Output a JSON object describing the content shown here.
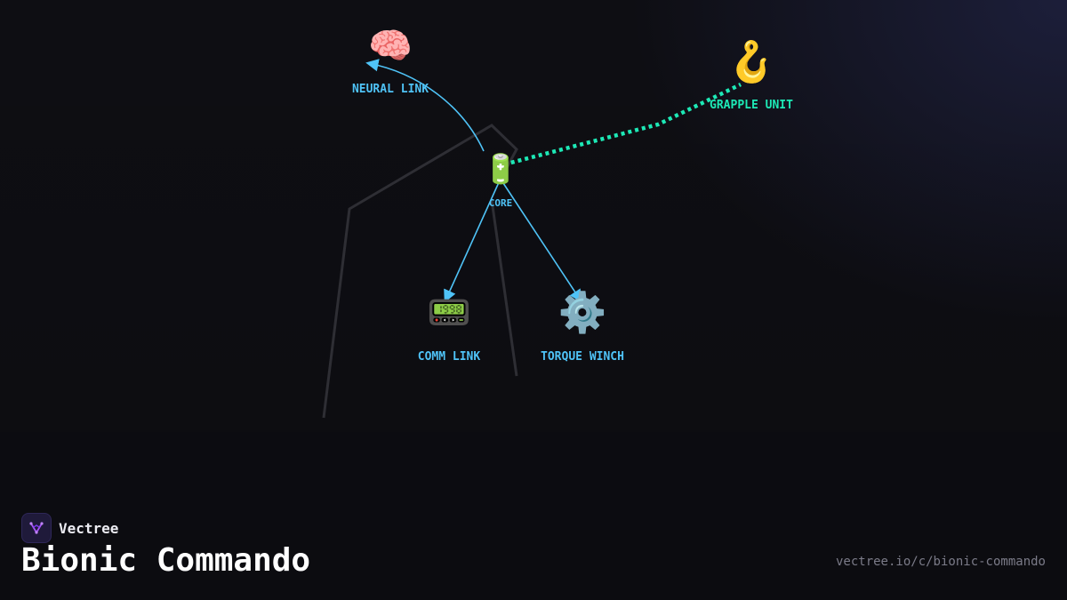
{
  "brand": {
    "name": "Vectree",
    "logo_icon": "vector-tree-icon",
    "logo_color": "#a855f7"
  },
  "title": "Bionic Commando",
  "url": "vectree.io/c/bionic-commando",
  "colors": {
    "background": "#0e0e13",
    "edge_solid": "#4fc3f7",
    "edge_dashed": "#1de9b6",
    "label_primary": "#4fc3f7",
    "label_accent": "#1de9b6",
    "decor_line": "#2e2e34"
  },
  "nodes": [
    {
      "id": "core",
      "label": "CORE",
      "icon": "battery-icon",
      "glyph": "🔋",
      "color": "#4fc3f7"
    },
    {
      "id": "neural",
      "label": "NEURAL LINK",
      "icon": "brain-icon",
      "glyph": "🧠",
      "color": "#4fc3f7"
    },
    {
      "id": "grapple",
      "label": "GRAPPLE UNIT",
      "icon": "hook-icon",
      "glyph": "🪝",
      "color": "#1de9b6"
    },
    {
      "id": "comm",
      "label": "COMM LINK",
      "icon": "pager-icon",
      "glyph": "📟",
      "color": "#4fc3f7"
    },
    {
      "id": "winch",
      "label": "TORQUE WINCH",
      "icon": "gear-icon",
      "glyph": "⚙️",
      "color": "#4fc3f7"
    }
  ],
  "edges": [
    {
      "from": "core",
      "to": "neural",
      "style": "solid",
      "arrow": true
    },
    {
      "from": "core",
      "to": "grapple",
      "style": "dashed",
      "arrow": false
    },
    {
      "from": "core",
      "to": "comm",
      "style": "solid",
      "arrow": true
    },
    {
      "from": "core",
      "to": "winch",
      "style": "solid",
      "arrow": true
    }
  ]
}
